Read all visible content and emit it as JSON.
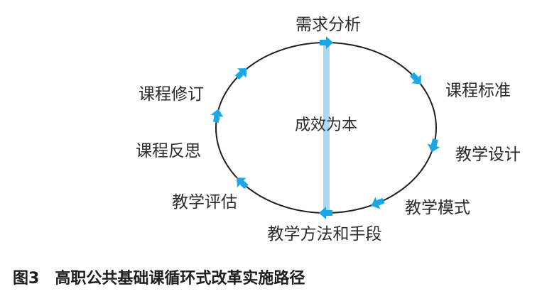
{
  "diagram": {
    "center_label": "成效为本",
    "nodes": [
      {
        "label": "需求分析"
      },
      {
        "label": "课程标准"
      },
      {
        "label": "教学设计"
      },
      {
        "label": "教学模式"
      },
      {
        "label": "教学方法和手段"
      },
      {
        "label": "教学评估"
      },
      {
        "label": "课程反思"
      },
      {
        "label": "课程修订"
      }
    ],
    "colors": {
      "ellipse_stroke": "#1f1f1f",
      "arrow": "#1aa7e6",
      "axis_bar": "#a9d9f2"
    }
  },
  "caption": {
    "figure_number": "图3",
    "title": "高职公共基础课循环式改革实施路径"
  }
}
